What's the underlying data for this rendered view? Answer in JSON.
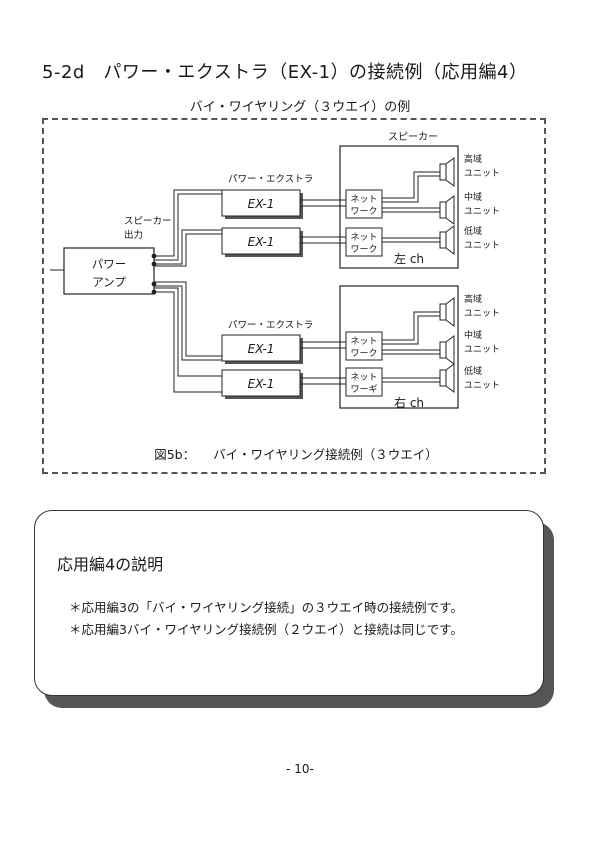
{
  "page": {
    "title": "5-2d　パワー・エクストラ（EX-1）の接続例（応用編4）",
    "subtitle": "バイ・ワイヤリング（３ウエイ）の例",
    "page_number": "- 10-"
  },
  "diagram": {
    "speaker_label": "スピーカー",
    "amp_label_line1": "パワー",
    "amp_label_line2": "アンプ",
    "amp_output_line1": "スピーカー",
    "amp_output_line2": "出力",
    "extra_label": "パワー・エクストラ",
    "ex1": "EX-1",
    "network_top": "ネット",
    "network_bottom": "ワーク",
    "network_bottom_alt": "ワーギ",
    "high_line1": "高域",
    "mid_line1": "中域",
    "low_line1": "低域",
    "unit_line2": "ユニット",
    "left_ch": "左 ch",
    "right_ch": "右 ch",
    "caption_label": "図5b：",
    "caption_text": "バイ・ワイヤリング接続例（３ウエイ）"
  },
  "explanation": {
    "heading": "応用編4の説明",
    "lines": [
      "＊応用編3の「バイ・ワイヤリング接続」の３ウエイ時の接続例です。",
      "＊応用編3バイ・ワイヤリング接続例（２ウエイ）と接続は同じです。"
    ]
  }
}
